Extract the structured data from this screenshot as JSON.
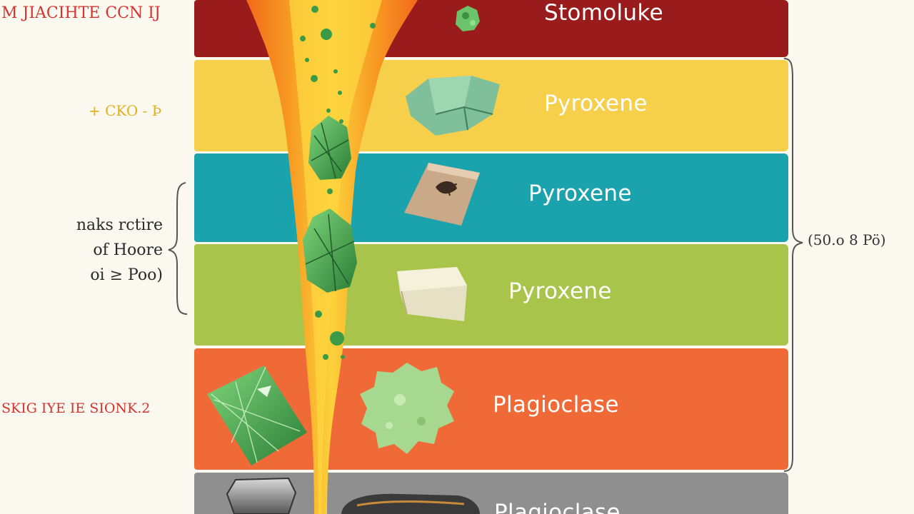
{
  "colors": {
    "background": "#fbf8f0",
    "band_1": "#9a1b1c",
    "band_2": "#f6d04a",
    "band_3": "#1aa3ad",
    "band_4": "#a9c44a",
    "band_5": "#f06a38",
    "band_6": "#8f8f8f",
    "lava_outer": "#f47a1f",
    "lava_inner": "#fbd13a",
    "crystal_green": "#3a9a45",
    "red_text": "#d4332e",
    "yellow_text": "#e0b020"
  },
  "side_labels": {
    "top_left": "M JIACIHTE CCN IJ",
    "upper_left": "+ CKO - Þ",
    "lower_left": "SKIG IYE IE SIONK.2"
  },
  "left_note": {
    "line_1": "naks rctire",
    "line_2": "of Hoore",
    "line_3": "oi ≥ Poo)"
  },
  "right_note": "(50.o 8 Pö)",
  "layers": [
    {
      "label": "Stomoluke",
      "mineral_icon": "olivine-crystal-icon"
    },
    {
      "label": "Pyroxene",
      "mineral_icon": "pyroxene-crystal-icon"
    },
    {
      "label": "Pyroxene",
      "mineral_icon": "fossil-slab-icon"
    },
    {
      "label": "Pyroxene",
      "mineral_icon": "pale-stone-icon"
    },
    {
      "label": "Plagioclase",
      "mineral_icon": "plagioclase-crystal-icon"
    },
    {
      "label": "Plagioclase",
      "mineral_icon": "grey-rock-icon"
    }
  ]
}
